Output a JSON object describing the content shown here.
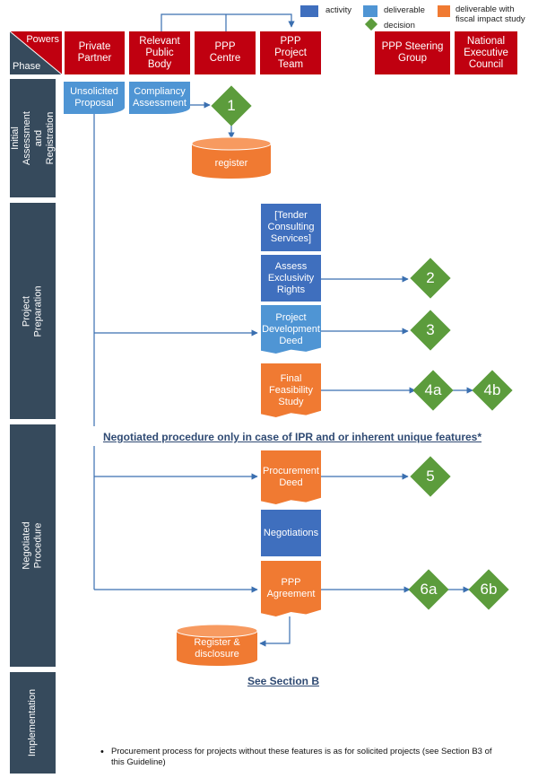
{
  "legend": {
    "activity": "activity",
    "deliverable": "deliverable",
    "decision": "decision",
    "fiscal": "deliverable with\nfiscal impact study"
  },
  "corner": {
    "powers": "Powers",
    "phase": "Phase"
  },
  "actors": [
    "Private\nPartner",
    "Relevant\nPublic\nBody",
    "PPP\nCentre",
    "PPP\nProject\nTeam",
    "PPP Steering\nGroup",
    "National\nExecutive\nCouncil"
  ],
  "phases": [
    "Initial Assessment and\nRegistration",
    "Project Preparation",
    "Negotiated Procedure",
    "Implementation"
  ],
  "items": {
    "unsolicited": "Unsolicited\nProposal",
    "compliancy": "Compliancy\nAssessment",
    "register": "register",
    "tender": "[Tender\nConsulting\nServices]",
    "exclusivity": "Assess\nExclusivity\nRights",
    "ppd": "Project\nDevelopment\nDeed",
    "ffs": "Final\nFeasibility\nStudy",
    "procurement": "Procurement\nDeed",
    "negotiations": "Negotiations",
    "agreement": "PPP\nAgreement",
    "register_disclosure": "Register &\ndisclosure"
  },
  "decisions": [
    "1",
    "2",
    "3",
    "4a",
    "4b",
    "5",
    "6a",
    "6b"
  ],
  "notes": {
    "negotiated": "Negotiated procedure only in case of IPR and or inherent unique features*",
    "see_section": "See Section B",
    "footnote": "Procurement process for projects without these features is as for solicited projects (see Section B3 of this Guideline)",
    "bullet": "•"
  },
  "colors": {
    "header_red": "#c00010",
    "phase_slate": "#364a5c",
    "activity_blue": "#3f6fbe",
    "deliverable_blue": "#4f95d4",
    "fiscal_orange": "#f07a32",
    "decision_green": "#5c9c3c",
    "connector": "#3a6fb0"
  }
}
